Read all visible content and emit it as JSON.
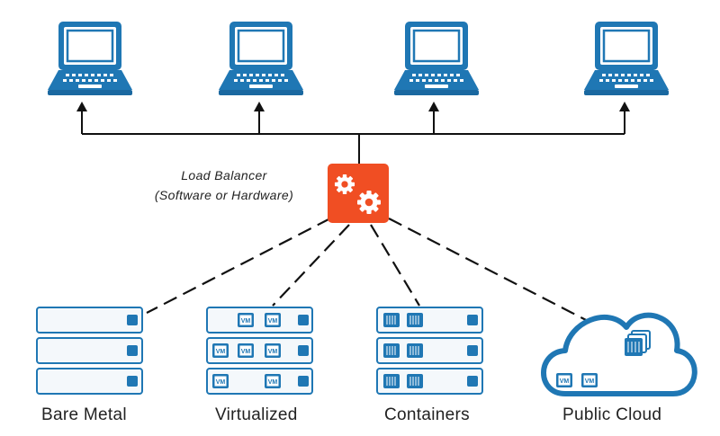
{
  "load_balancer": {
    "title": "Load Balancer",
    "subtitle": "(Software or Hardware)",
    "icon": "gears-icon",
    "color": "#f04e23"
  },
  "clients": {
    "count": 4,
    "icon": "laptop-icon",
    "color": "#1f77b4"
  },
  "vm_badge": "VM",
  "targets": [
    {
      "label": "Bare Metal",
      "icon": "server-rack-icon"
    },
    {
      "label": "Virtualized",
      "icon": "vm-server-icon"
    },
    {
      "label": "Containers",
      "icon": "container-server-icon"
    },
    {
      "label": "Public Cloud",
      "icon": "cloud-icon"
    }
  ],
  "colors": {
    "primary": "#1f77b4",
    "accent": "#f04e23",
    "connector": "#111111"
  }
}
